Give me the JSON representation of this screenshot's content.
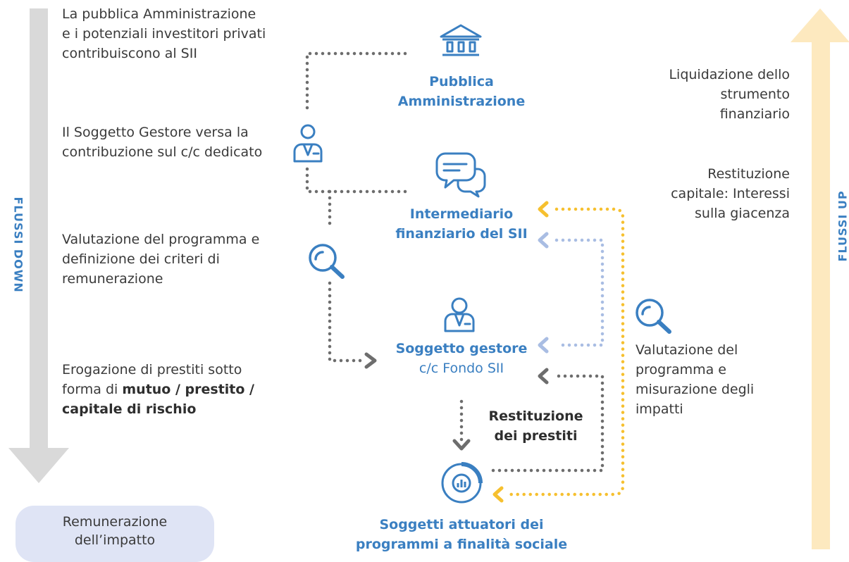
{
  "flows": {
    "down_label": "FLUSSI DOWN",
    "up_label": "FLUSSI UP",
    "down_color": "#d9d9d9",
    "up_color": "#fde9bf"
  },
  "left_steps": [
    "La pubblica Amministrazione e i potenziali investitori privati contribuiscono al SII",
    "Il Soggetto Gestore versa la contribuzione sul c/c dedicato",
    "Valutazione del programma e definizione dei criteri di remunerazione"
  ],
  "left_step_4": {
    "prefix": "Erogazione di prestiti sotto forma di ",
    "bold": "mutuo / prestito / capitale di rischio"
  },
  "remuneration": "Remunerazione dell’impatto",
  "right_steps": [
    "Liquidazione dello strumento finanziario",
    "Restituzione capitale: Interessi sulla giacenza"
  ],
  "nodes": {
    "pa": {
      "title": "Pubblica Amministrazione",
      "icon": "bank-icon"
    },
    "intermediario": {
      "title": "Intermediario finanziario del SII",
      "icon": "chat-bubbles-icon"
    },
    "gestore": {
      "title": "Soggetto gestore",
      "subtitle": "c/c Fondo SII",
      "icon": "manager-icon"
    },
    "attuatori": {
      "title": "Soggetti attuatori dei programmi a finalità sociale",
      "icon": "chart-circle-icon"
    }
  },
  "labels": {
    "restituzione": "Restituzione dei prestiti",
    "valutazione_impatti": "Valutazione del programma e misurazione degli impatti"
  },
  "colors": {
    "accent_blue": "#3a7fc1",
    "dotted_gray": "#6d6d6d",
    "dotted_lightblue": "#a9bde3",
    "dotted_yellow": "#f6c02f",
    "pill_bg": "#dfe4f5"
  }
}
